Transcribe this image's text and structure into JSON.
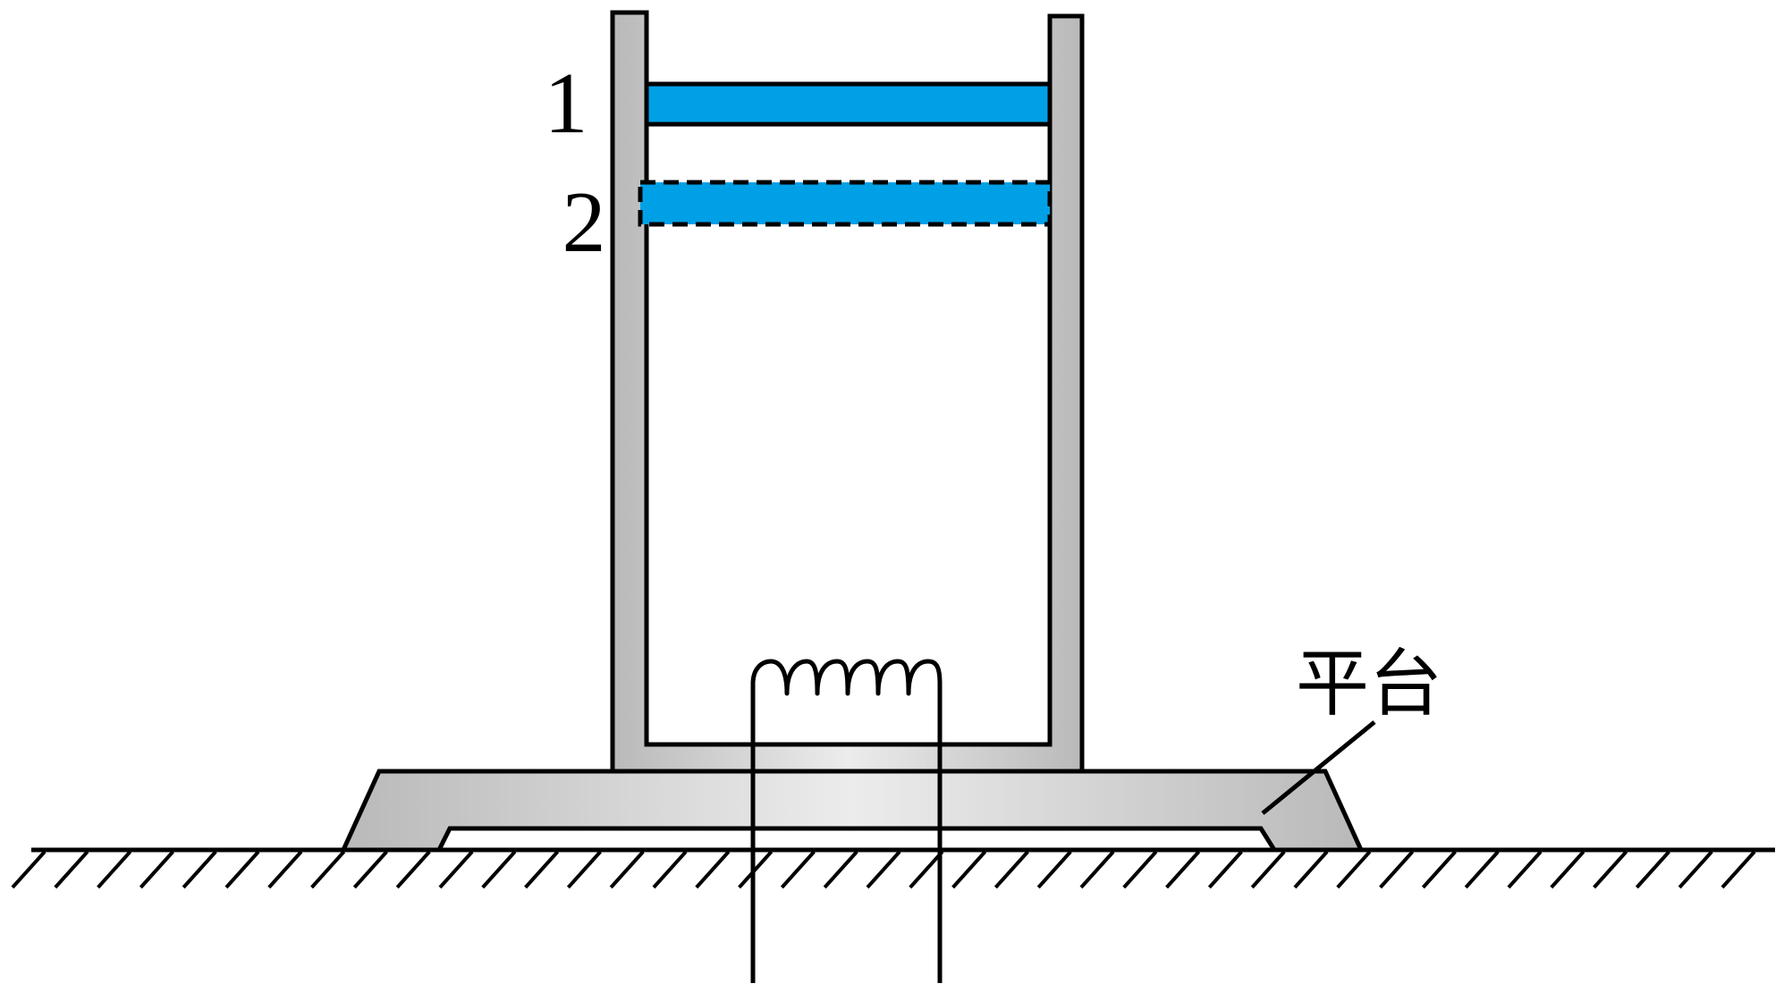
{
  "labels": {
    "position_1": "1",
    "position_2": "2",
    "platform": "平台"
  },
  "colors": {
    "plate_fill": "#00a0e6",
    "frame_fill": "#c8c8c8",
    "line": "#000000"
  }
}
